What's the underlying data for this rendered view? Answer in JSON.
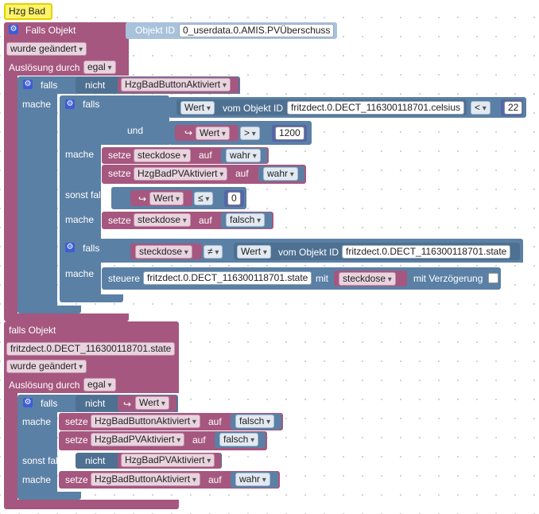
{
  "title": "Hzg Bad",
  "icons": {
    "gear": "gear-icon",
    "getter": "↪"
  },
  "colors": {
    "event": "#a5577f",
    "logic": "#5b80a5",
    "badge": "#fff36a"
  },
  "block1": {
    "falls_objekt": "Falls Objekt",
    "objekt_id_label": "Objekt ID",
    "objekt_id_value": "0_userdata.0.AMIS.PVÜberschuss",
    "wurde": "wurde geändert",
    "ausloesung_label": "Auslösung durch",
    "ausloesung_value": "egal",
    "outer_if": {
      "falls": "falls",
      "nicht": "nicht",
      "var": "HzgBadButtonAktiviert",
      "mache": "mache"
    },
    "inner_if": {
      "falls": "falls",
      "und": "und",
      "wert1": "Wert",
      "vom_objekt_id": "vom Objekt ID",
      "celsius_id": "fritzdect.0.DECT_116300118701.celsius",
      "op_lt": "<",
      "num22": "22",
      "wert2": "Wert",
      "op_gt": ">",
      "num1200": "1200",
      "mache": "mache",
      "setze": "setze",
      "auf": "auf",
      "set1_var": "steckdose",
      "set1_val": "wahr",
      "set2_var": "HzgBadPVAktiviert",
      "set2_val": "wahr",
      "sonst_falls": "sonst falls",
      "wert3": "Wert",
      "op_le": "≤",
      "num0": "0",
      "mache2": "mache",
      "set3_var": "steckdose",
      "set3_val": "falsch"
    },
    "third_if": {
      "falls": "falls",
      "var": "steckdose",
      "op_ne": "≠",
      "wert": "Wert",
      "vom_objekt_id": "vom Objekt ID",
      "state_id": "fritzdect.0.DECT_116300118701.state",
      "mache": "mache",
      "steuere": "steuere",
      "steuere_id": "fritzdect.0.DECT_116300118701.state",
      "mit": "mit",
      "mit_var": "steckdose",
      "mit_verz": "mit Verzögerung"
    }
  },
  "block2": {
    "falls_objekt": "falls Objekt",
    "objekt_id_value": "fritzdect.0.DECT_116300118701.state",
    "wurde": "wurde geändert",
    "ausloesung_label": "Auslösung durch",
    "ausloesung_value": "egal",
    "if": {
      "falls": "falls",
      "nicht": "nicht",
      "wert": "Wert",
      "mache": "mache",
      "setze": "setze",
      "auf": "auf",
      "set1_var": "HzgBadButtonAktiviert",
      "set1_val": "falsch",
      "set2_var": "HzgBadPVAktiviert",
      "set2_val": "falsch",
      "sonst_falls": "sonst falls",
      "nicht2": "nicht",
      "var2": "HzgBadPVAktiviert",
      "mache2": "mache",
      "set3_var": "HzgBadButtonAktiviert",
      "set3_val": "wahr"
    }
  }
}
